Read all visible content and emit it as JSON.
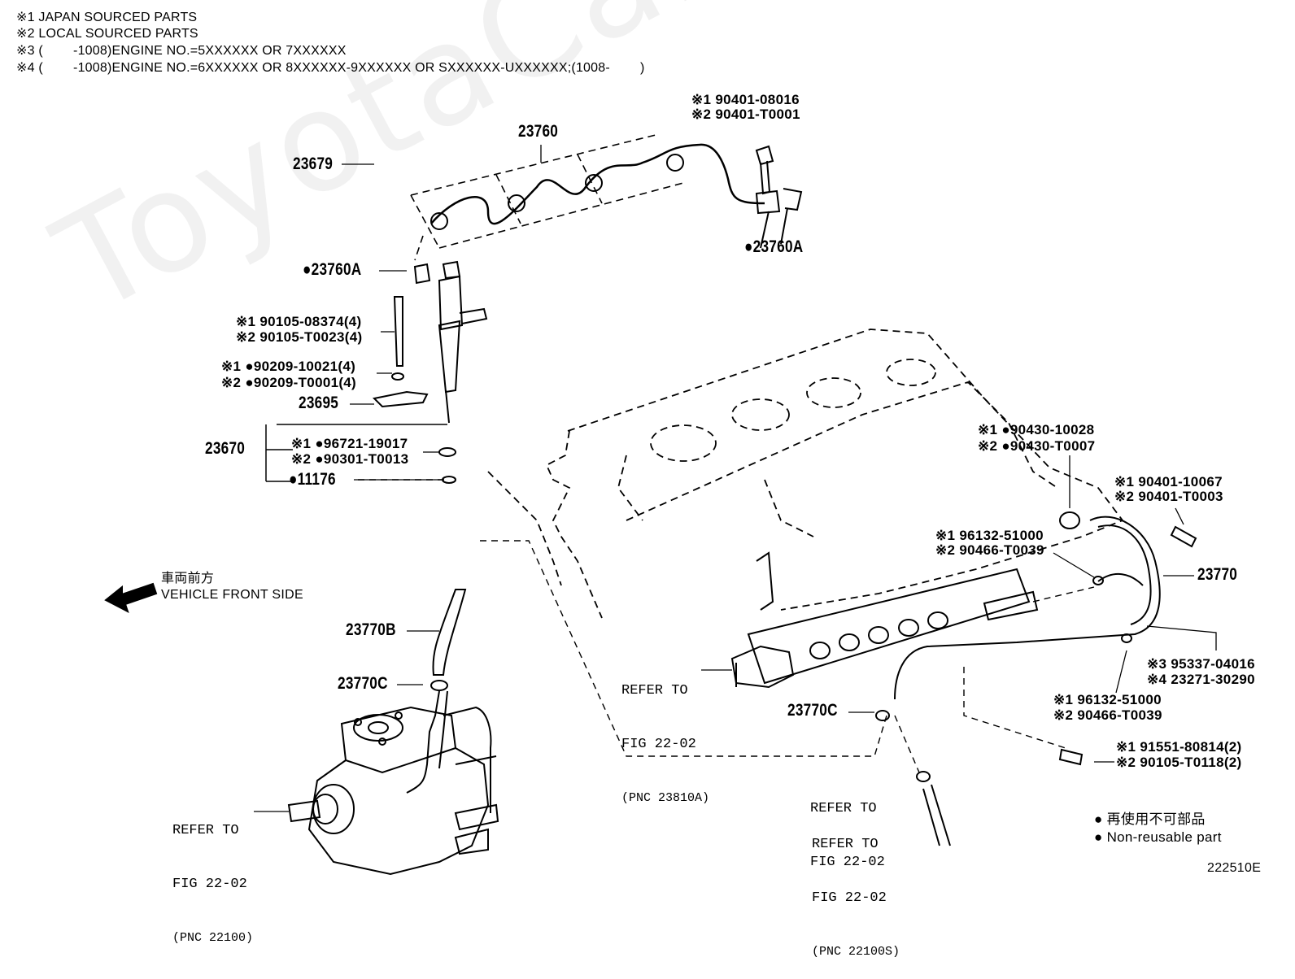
{
  "header_notes": [
    "※1 JAPAN SOURCED PARTS",
    "※2 LOCAL SOURCED PARTS",
    "※3 (        -1008)ENGINE NO.=5XXXXXX OR 7XXXXXX",
    "※4 (        -1008)ENGINE NO.=6XXXXXX OR 8XXXXXX-9XXXXXX OR SXXXXXX-UXXXXXX;(1008-        )"
  ],
  "labels": {
    "l23760": "23760",
    "l23679": "23679",
    "bolt_top_1": "※1 90401-08016",
    "bolt_top_2": "※2 90401-T0001",
    "l23760A_right": "●23760A",
    "l23760A_left": "●23760A",
    "bolt_inj_1": "※1 90105-08374(4)",
    "bolt_inj_2": "※2 90105-T0023(4)",
    "washer_1": "※1 ●90209-10021(4)",
    "washer_2": "※2 ●90209-T0001(4)",
    "l23695": "23695",
    "l23670": "23670",
    "oring_1": "※1 ●96721-19017",
    "oring_2": "※2 ●90301-T0013",
    "l11176": "●11176",
    "gasket_1": "※1 ●90430-10028",
    "gasket_2": "※2 ●90430-T0007",
    "bolt_r_1": "※1 90401-10067",
    "bolt_r_2": "※2 90401-T0003",
    "clip_1": "※1 96132-51000",
    "clip_2": "※2 90466-T0039",
    "l23770": "23770",
    "l23770B": "23770B",
    "l23770C_left": "23770C",
    "l23770C_right": "23770C",
    "hose_3": "※3 95337-04016",
    "hose_4": "※4 23271-30290",
    "clip2_1": "※1 96132-51000",
    "clip2_2": "※2 90466-T0039",
    "bolt_b_1": "※1 91551-80814(2)",
    "bolt_b_2": "※2 90105-T0118(2)"
  },
  "front": {
    "jp": "車両前方",
    "en": "VEHICLE FRONT SIDE"
  },
  "refs": {
    "rail_1": "REFER TO",
    "rail_2": "FIG 22-02",
    "rail_3": "(PNC 23810A)",
    "pump_1": "REFER TO",
    "pump_2": "FIG 22-02",
    "pump_3": "(PNC 22100)",
    "hose_a1": "REFER TO",
    "hose_a2": "FIG 22-02",
    "hose_b1": "REFER TO",
    "hose_b2": "FIG 22-02",
    "hose_b3": "(PNC 22100S)"
  },
  "legend": {
    "jp": "● 再使用不可部品",
    "en": "● Non-reusable part"
  },
  "figure_id": "222510E",
  "watermark": "ToyotaCarMine.ru"
}
